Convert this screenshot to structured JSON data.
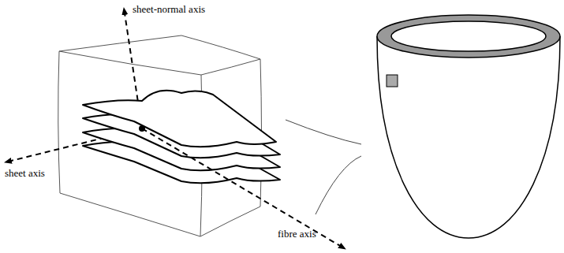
{
  "diagram": {
    "labels": [
      "sheet-normal axis",
      "sheet axis",
      "fibre axis"
    ]
  }
}
